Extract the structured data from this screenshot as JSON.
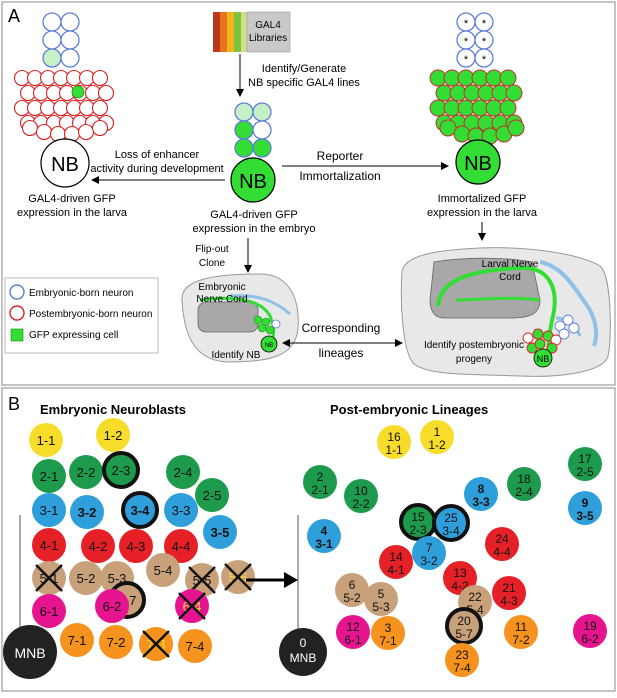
{
  "panel_a": {
    "label": "A",
    "libraries": "GAL4 Libraries",
    "identify": "Identify/Generate NB specific GAL4 lines",
    "loss": "Loss of enhancer activity during development",
    "reporter": "Reporter Immortalization",
    "left_caption": "GAL4-driven GFP expression in the larva",
    "center_caption": "GAL4-driven GFP expression in the embryo",
    "right_caption": "Immortalized GFP expression in the larva",
    "flipout": "Flip-out Clone",
    "embryonic_cord": "Embryonic Nerve Cord",
    "identify_nb": "Identify NB",
    "corresponding": "Corresponding lineages",
    "larval_cord": "Larval Nerve Cord",
    "identify_post": "Identify postembryonic progeny",
    "nb": "NB",
    "legend": {
      "embryonic": "Embryonic-born neuron",
      "postembryonic": "Postembryonic-born neuron",
      "gfp": "GFP expressing cell"
    },
    "colors": {
      "gfp": "#33dd33",
      "embryonic_outline": "#5b7fd8",
      "postembryonic_outline": "#dd2222"
    }
  },
  "panel_b": {
    "label": "B",
    "embryonic_title": "Embryonic Neuroblasts",
    "post_title": "Post-embryonic Lineages",
    "mnb": "MNB",
    "zero": "0",
    "colors": {
      "yellow": "#f7dc2a",
      "green": "#1d9a4c",
      "blue": "#2f9fdc",
      "red": "#e52127",
      "tan": "#c8a17a",
      "pink": "#e6158f",
      "orange": "#f6921e",
      "black": "#222222"
    },
    "embryonic": [
      {
        "label": "1-1",
        "color": "yellow"
      },
      {
        "label": "1-2",
        "color": "yellow"
      },
      {
        "label": "2-1",
        "color": "green"
      },
      {
        "label": "2-2",
        "color": "green"
      },
      {
        "label": "2-3",
        "color": "green",
        "ring": true
      },
      {
        "label": "2-4",
        "color": "green"
      },
      {
        "label": "2-5",
        "color": "green"
      },
      {
        "label": "3-1",
        "color": "blue"
      },
      {
        "label": "3-2",
        "color": "blue",
        "bold": true
      },
      {
        "label": "3-4",
        "color": "blue",
        "ring": true,
        "bold": true
      },
      {
        "label": "3-3",
        "color": "blue"
      },
      {
        "label": "3-5",
        "color": "blue",
        "bold": true
      },
      {
        "label": "4-1",
        "color": "red"
      },
      {
        "label": "4-2",
        "color": "red"
      },
      {
        "label": "4-3",
        "color": "red"
      },
      {
        "label": "4-4",
        "color": "red"
      },
      {
        "label": "5-1",
        "color": "tan",
        "cross": true
      },
      {
        "label": "5-2",
        "color": "tan"
      },
      {
        "label": "5-3",
        "color": "tan"
      },
      {
        "label": "5-4",
        "color": "tan"
      },
      {
        "label": "5-5",
        "color": "tan",
        "cross": true
      },
      {
        "label": "5-6",
        "color": "tan",
        "cross": true,
        "yellowtext": true
      },
      {
        "label": "5-7",
        "color": "tan",
        "ring": true
      },
      {
        "label": "6-1",
        "color": "pink"
      },
      {
        "label": "6-2",
        "color": "pink"
      },
      {
        "label": "6-4",
        "color": "pink",
        "cross": true,
        "yellowtext": true
      },
      {
        "label": "7-1",
        "color": "orange"
      },
      {
        "label": "7-2",
        "color": "orange"
      },
      {
        "label": "7-3",
        "color": "orange",
        "cross": true,
        "yellowtext": true
      },
      {
        "label": "7-4",
        "color": "orange"
      }
    ],
    "post": [
      {
        "num": "1",
        "label": "1-2",
        "color": "yellow"
      },
      {
        "num": "16",
        "label": "1-1",
        "color": "yellow"
      },
      {
        "num": "2",
        "label": "2-1",
        "color": "green"
      },
      {
        "num": "10",
        "label": "2-2",
        "color": "green"
      },
      {
        "num": "15",
        "label": "2-3",
        "color": "green",
        "ring": true
      },
      {
        "num": "18",
        "label": "2-4",
        "color": "green"
      },
      {
        "num": "17",
        "label": "2-5",
        "color": "green"
      },
      {
        "num": "4",
        "label": "3-1",
        "color": "blue",
        "bold": true
      },
      {
        "num": "8",
        "label": "3-3",
        "color": "blue",
        "bold": true
      },
      {
        "num": "25",
        "label": "3-4",
        "color": "blue",
        "ring": true
      },
      {
        "num": "7",
        "label": "3-2",
        "color": "blue"
      },
      {
        "num": "9",
        "label": "3-5",
        "color": "blue",
        "bold": true
      },
      {
        "num": "24",
        "label": "4-4",
        "color": "red"
      },
      {
        "num": "14",
        "label": "4-1",
        "color": "red"
      },
      {
        "num": "21",
        "label": "4-3",
        "color": "red"
      },
      {
        "num": "13",
        "label": "4-2",
        "color": "red"
      },
      {
        "num": "6",
        "label": "5-2",
        "color": "tan"
      },
      {
        "num": "5",
        "label": "5-3",
        "color": "tan"
      },
      {
        "num": "22",
        "label": "5-4",
        "color": "tan"
      },
      {
        "num": "20",
        "label": "5-7",
        "color": "tan",
        "ring": true
      },
      {
        "num": "12",
        "label": "6-1",
        "color": "pink"
      },
      {
        "num": "19",
        "label": "6-2",
        "color": "pink"
      },
      {
        "num": "3",
        "label": "7-1",
        "color": "orange"
      },
      {
        "num": "11",
        "label": "7-2",
        "color": "orange"
      },
      {
        "num": "23",
        "label": "7-4",
        "color": "orange"
      }
    ]
  }
}
